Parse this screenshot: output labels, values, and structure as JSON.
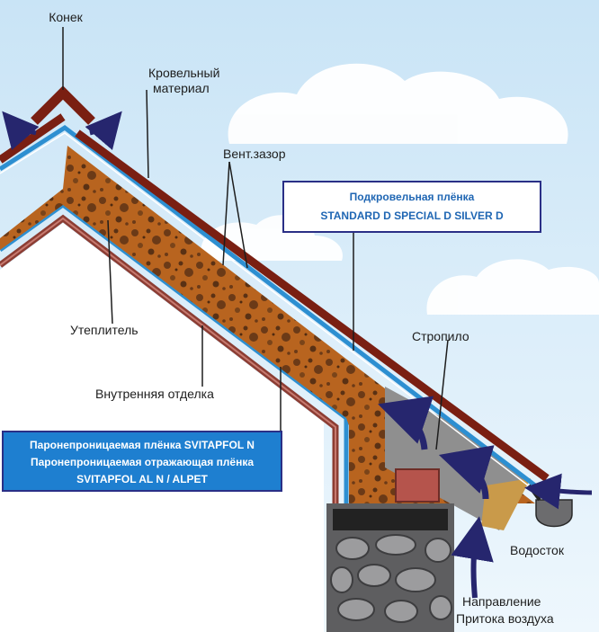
{
  "labels": {
    "ridge": "Конек",
    "roofing_line1": "Кровельный",
    "roofing_line2": "материал",
    "vent_gap": "Вент.зазор",
    "insulation": "Утеплитель",
    "interior_finish": "Внутренняя отделка",
    "rafter": "Стропило",
    "gutter": "Водосток",
    "airflow_line1": "Направление",
    "airflow_line2": "Притока воздуха"
  },
  "underlay_box": {
    "line1": "Подкровельная плёнка",
    "line2": "STANDARD D  SPECIAL D  SILVER D"
  },
  "vapor_box": {
    "line1": "Паронепроницаемая плёнка SVITAPFOL N",
    "line2": "Паронепроницаемая отражающая плёнка",
    "line3": "SVITAPFOL AL N / ALPET"
  },
  "colors": {
    "sky_top": "#c9e4f6",
    "sky_bottom": "#eef7fd",
    "roofing": "#7a1f12",
    "insulation": "#b8641f",
    "insulation_dots": "#6b3a17",
    "membrane": "#2d8fd1",
    "box_border": "#2a2f86",
    "box_text_underlay": "#1f66b3",
    "box_text_vapor": "#ffffff",
    "box_fill_vapor": "#1e7fd0",
    "rafter": "#8f8f8f",
    "arrow": "#26266e",
    "stone": "#5e5e60",
    "brick": "#b5544c"
  }
}
